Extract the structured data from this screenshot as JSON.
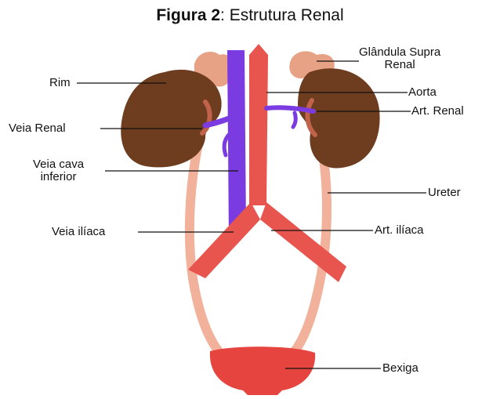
{
  "title": {
    "prefix": "Figura 2",
    "rest": ": Estrutura Renal"
  },
  "labels": {
    "gland_line1": "Glândula Supra",
    "gland_line2": "Renal",
    "rim": "Rim",
    "aorta": "Aorta",
    "art_renal": "Art. Renal",
    "veia_renal": "Veia Renal",
    "veia_cava_line1": "Veia cava",
    "veia_cava_line2": "inferior",
    "ureter": "Ureter",
    "veia_iliaca": "Veia ilíaca",
    "art_iliaca": "Art. ilíaca",
    "bexiga": "Bexiga"
  },
  "colors": {
    "kidney": "#6e3d1f",
    "gland": "#e7a184",
    "vein": "#7a3ce0",
    "artery": "#e8544e",
    "ureter": "#f2b19a",
    "bladder": "#e6453f"
  }
}
